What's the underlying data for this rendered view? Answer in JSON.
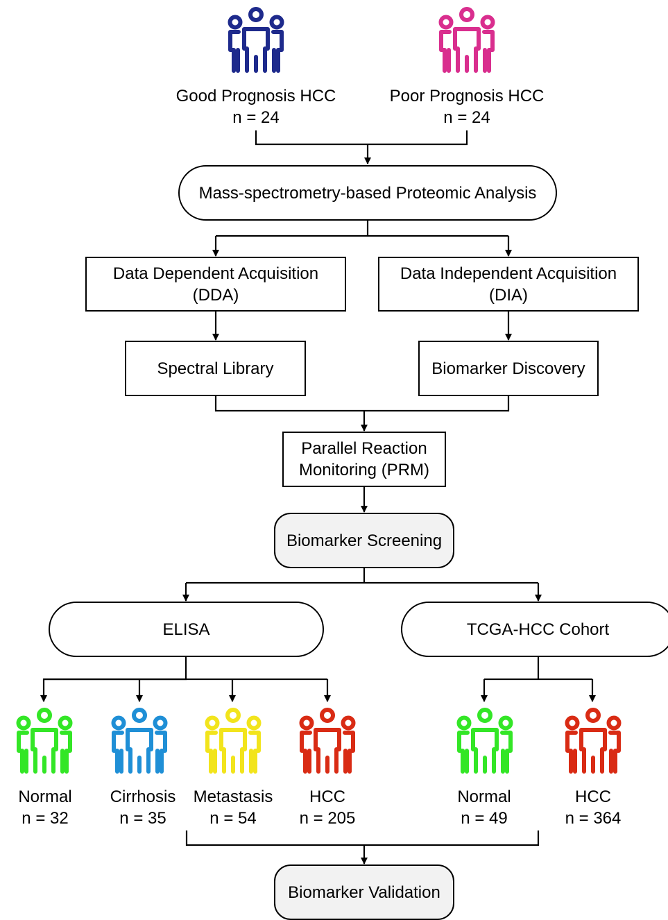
{
  "top_groups": {
    "good": {
      "name": "Good Prognosis HCC",
      "n": "n = 24",
      "color": "#1e2a8c"
    },
    "poor": {
      "name": "Poor Prognosis HCC",
      "n": "n = 24",
      "color": "#d92e8e"
    }
  },
  "nodes": {
    "ms_analysis": "Mass-spectrometry-based Proteomic Analysis",
    "dda": {
      "line1": "Data Dependent Acquisition",
      "line2": "(DDA)"
    },
    "dia": {
      "line1": "Data Independent Acquisition",
      "line2": "(DIA)"
    },
    "spectral_library": "Spectral Library",
    "biomarker_discovery": "Biomarker Discovery",
    "prm": {
      "line1": "Parallel Reaction",
      "line2": "Monitoring (PRM)"
    },
    "biomarker_screening": "Biomarker Screening",
    "elisa": "ELISA",
    "tcga": "TCGA-HCC Cohort",
    "biomarker_validation": "Biomarker Validation"
  },
  "elisa_groups": [
    {
      "name": "Normal",
      "n": "n = 32",
      "color": "#33e626"
    },
    {
      "name": "Cirrhosis",
      "n": "n = 35",
      "color": "#1f8fd6"
    },
    {
      "name": "Metastasis",
      "n": "n = 54",
      "color": "#f2e41c"
    },
    {
      "name": "HCC",
      "n": "n = 205",
      "color": "#d92b14"
    }
  ],
  "tcga_groups": [
    {
      "name": "Normal",
      "n": "n = 49",
      "color": "#33e626"
    },
    {
      "name": "HCC",
      "n": "n = 364",
      "color": "#d92b14"
    }
  ]
}
